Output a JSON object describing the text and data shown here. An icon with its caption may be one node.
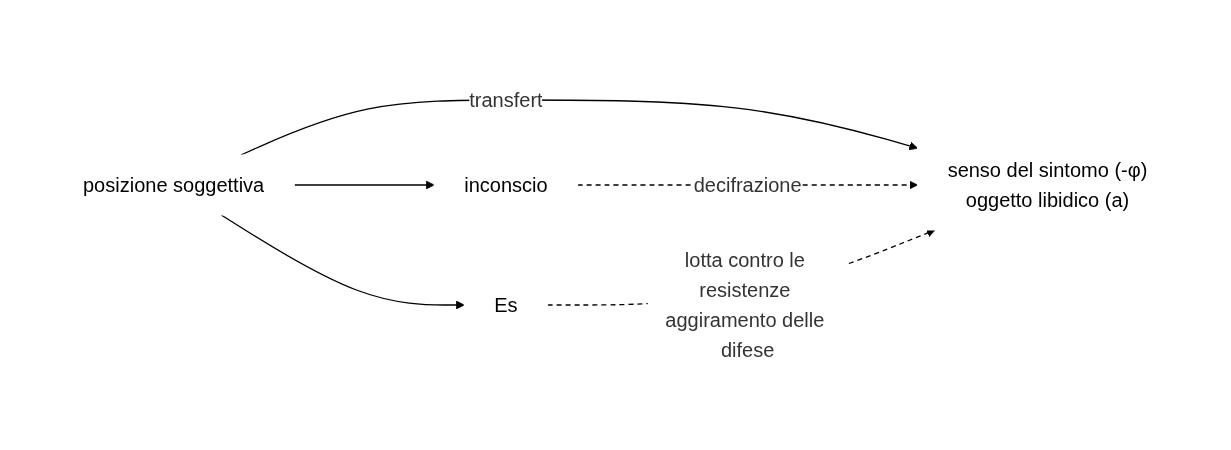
{
  "diagram": {
    "nodes": [
      {
        "text": [
          "posizione soggettiva"
        ]
      },
      {
        "text": [
          "inconscio"
        ]
      },
      {
        "text": [
          "Es"
        ]
      },
      {
        "text": [
          "senso del sintomo (-φ)",
          "oggetto libidico (a)"
        ]
      }
    ],
    "edges": [
      {
        "from": 0,
        "to": 1,
        "arrow": "to"
      },
      {
        "from": 0,
        "to": 2,
        "arrow": "to"
      },
      {
        "from": 0,
        "to": 3,
        "arrow": "to",
        "label": "transfert"
      },
      {
        "from": 1,
        "to": 3,
        "arrow": "to",
        "label": "decifrazione",
        "style": "dashed"
      },
      {
        "from": 2,
        "to": 3,
        "arrow": "to",
        "label": "lotta contro le resistenze aggiramento delle difese",
        "style": "dashed"
      }
    ]
  }
}
